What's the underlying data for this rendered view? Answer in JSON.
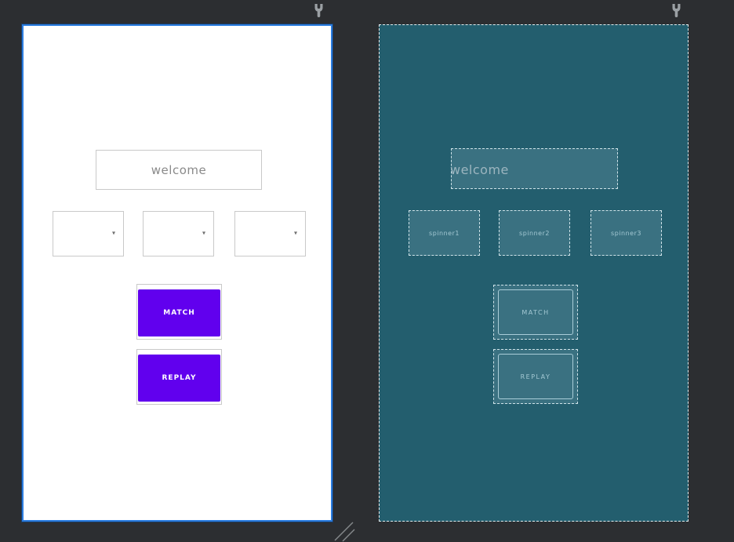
{
  "editor": {
    "design": {
      "welcome_text": "welcome",
      "buttons": {
        "match": "MATCH",
        "replay": "REPLAY"
      }
    },
    "blueprint": {
      "welcome_text": "welcome",
      "spinners": [
        {
          "label": "spinner1"
        },
        {
          "label": "spinner2"
        },
        {
          "label": "spinner3"
        }
      ],
      "buttons": {
        "match": "MATCH",
        "replay": "REPLAY"
      }
    },
    "icons": {
      "design_tools": "wrench-icon",
      "dropdown_glyph": "▾",
      "resize": "resize-handle-icon"
    },
    "colors": {
      "canvas_bg": "#2c2e31",
      "design_bg": "#ffffff",
      "selection_border": "#2b7de0",
      "widget_outline": "#c9c9c9",
      "button_fill": "#6100ee",
      "button_text": "#ffffff",
      "blueprint_bg": "#235e6e",
      "blueprint_widget_fill": "#3a7181",
      "blueprint_outline": "#cfe3e9",
      "blueprint_text": "#a3c8d3"
    }
  }
}
